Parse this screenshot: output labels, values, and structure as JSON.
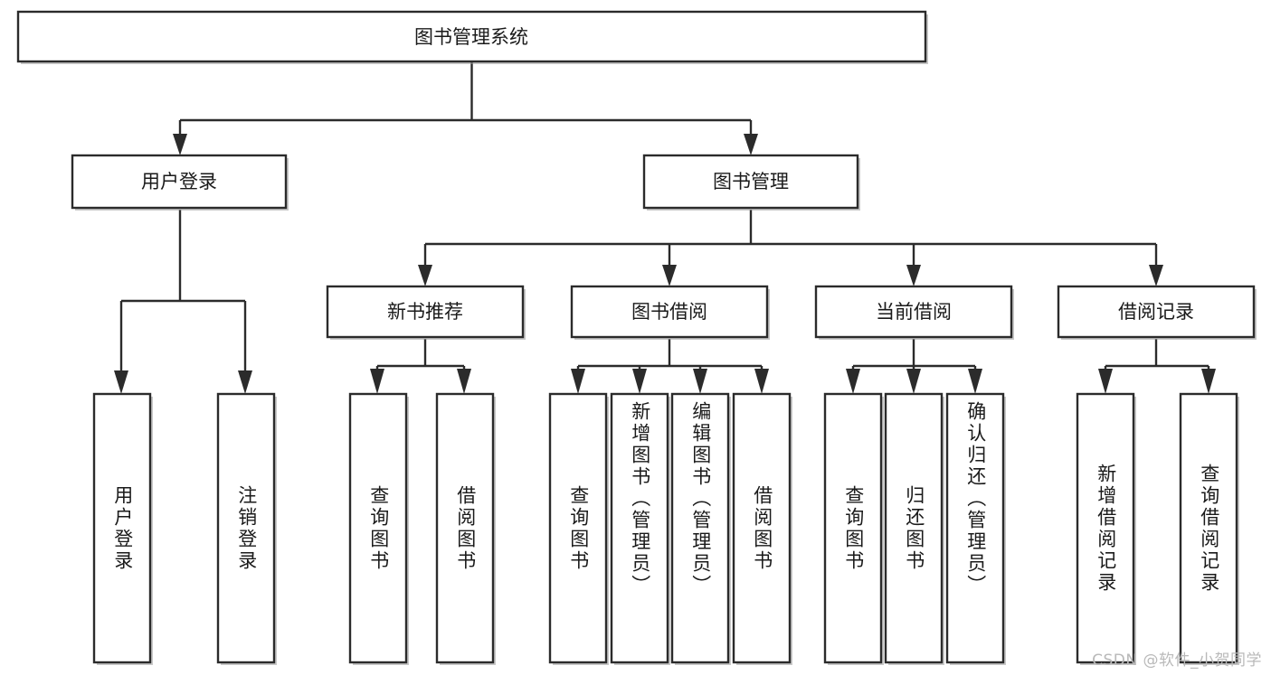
{
  "diagram": {
    "type": "hierarchy-tree",
    "title": "图书管理系统",
    "orientation": "top-down",
    "colors": {
      "box_fill": "#ffffff",
      "box_stroke": "#2b2b2b",
      "connector": "#2b2b2b",
      "text": "#1a1a1a",
      "watermark": "#b9b9b9"
    },
    "root": {
      "id": "root",
      "label": "图书管理系统",
      "level": 0
    },
    "level1": [
      {
        "id": "user-login",
        "label": "用户登录",
        "level": 1
      },
      {
        "id": "book-manage",
        "label": "图书管理",
        "level": 1
      }
    ],
    "level2": [
      {
        "id": "new-book-recommend",
        "label": "新书推荐",
        "level": 2,
        "parent": "book-manage"
      },
      {
        "id": "book-borrow",
        "label": "图书借阅",
        "level": 2,
        "parent": "book-manage"
      },
      {
        "id": "current-borrow",
        "label": "当前借阅",
        "level": 2,
        "parent": "book-manage"
      },
      {
        "id": "borrow-record",
        "label": "借阅记录",
        "level": 2,
        "parent": "book-manage"
      }
    ],
    "leaves": [
      {
        "id": "leaf-user-login",
        "label": "用户登录",
        "parent": "user-login"
      },
      {
        "id": "leaf-user-logout",
        "label": "注销登录",
        "parent": "user-login"
      },
      {
        "id": "leaf-query-book-1",
        "label": "查询图书",
        "parent": "new-book-recommend"
      },
      {
        "id": "leaf-borrow-book-1",
        "label": "借阅图书",
        "parent": "new-book-recommend"
      },
      {
        "id": "leaf-query-book-2",
        "label": "查询图书",
        "parent": "book-borrow"
      },
      {
        "id": "leaf-add-book",
        "label": "新增图书（管理员）",
        "parent": "book-borrow"
      },
      {
        "id": "leaf-edit-book",
        "label": "编辑图书（管理员）",
        "parent": "book-borrow"
      },
      {
        "id": "leaf-borrow-book-2",
        "label": "借阅图书",
        "parent": "book-borrow"
      },
      {
        "id": "leaf-query-book-3",
        "label": "查询图书",
        "parent": "current-borrow"
      },
      {
        "id": "leaf-return-book",
        "label": "归还图书",
        "parent": "current-borrow"
      },
      {
        "id": "leaf-confirm-return",
        "label": "确认归还（管理员）",
        "parent": "current-borrow"
      },
      {
        "id": "leaf-add-record",
        "label": "新增借阅记录",
        "parent": "borrow-record"
      },
      {
        "id": "leaf-query-record",
        "label": "查询借阅记录",
        "parent": "borrow-record"
      }
    ]
  },
  "watermark": {
    "text": "CSDN @软件_小贺同学"
  }
}
